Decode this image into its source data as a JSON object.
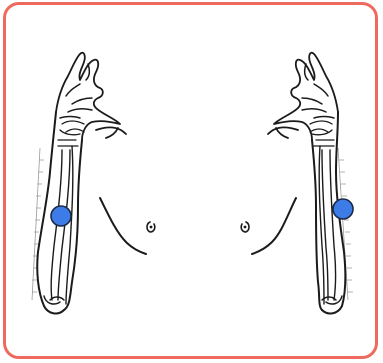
{
  "illustration": {
    "subject": "both-forearms-anterior-view",
    "frame_color": "#ef6a5e",
    "line_color": "#1b1b1b",
    "markers": [
      {
        "side": "left",
        "color": "#3d7ce6"
      },
      {
        "side": "right",
        "color": "#3d7ce6"
      }
    ]
  }
}
